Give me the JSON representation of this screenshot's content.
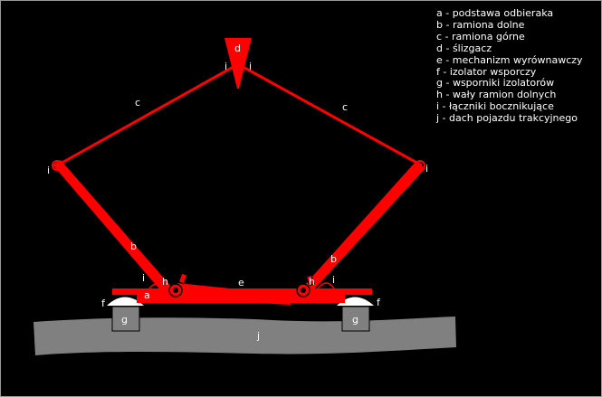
{
  "labels": {
    "a": "a",
    "b": "b",
    "c": "c",
    "d": "d",
    "e": "e",
    "f": "f",
    "g": "g",
    "h": "h",
    "i": "i",
    "j": "j"
  },
  "legend": [
    {
      "key": "a",
      "text": "a - podstawa odbieraka"
    },
    {
      "key": "b",
      "text": "b - ramiona dolne"
    },
    {
      "key": "c",
      "text": "c - ramiona górne"
    },
    {
      "key": "d",
      "text": "d - ślizgacz"
    },
    {
      "key": "e",
      "text": "e - mechanizm wyrównawczy"
    },
    {
      "key": "f",
      "text": "f  - izolator wsporczy"
    },
    {
      "key": "g",
      "text": "g - wsporniki izolatorów"
    },
    {
      "key": "h",
      "text": "h - wały ramion dolnych"
    },
    {
      "key": "i",
      "text": "i  - łączniki bocznikujące"
    },
    {
      "key": "j",
      "text": "j  - dach pojazdu trakcyjnego"
    }
  ],
  "colors": {
    "background": "#000000",
    "mechanism": "#ff0000",
    "roof": "#808080",
    "support": "#808080",
    "insulator": "#ffffff",
    "text": "#ffffff"
  }
}
